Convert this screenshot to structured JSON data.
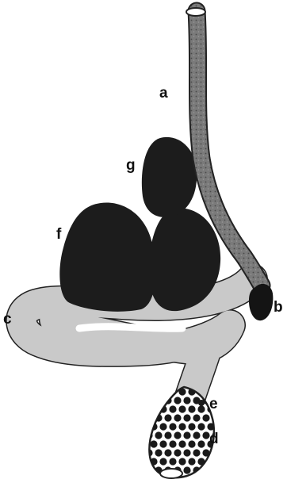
{
  "labels": {
    "a": "a",
    "b": "b",
    "c": "c",
    "d": "d",
    "e": "e",
    "f": "f",
    "g": "g"
  },
  "colors": {
    "tube": "#777777",
    "coil": "#c9c9c9",
    "mass": "#1c1c1c",
    "outline": "#222222",
    "sac": "#ffffff",
    "dots": "#1a1a1a"
  }
}
